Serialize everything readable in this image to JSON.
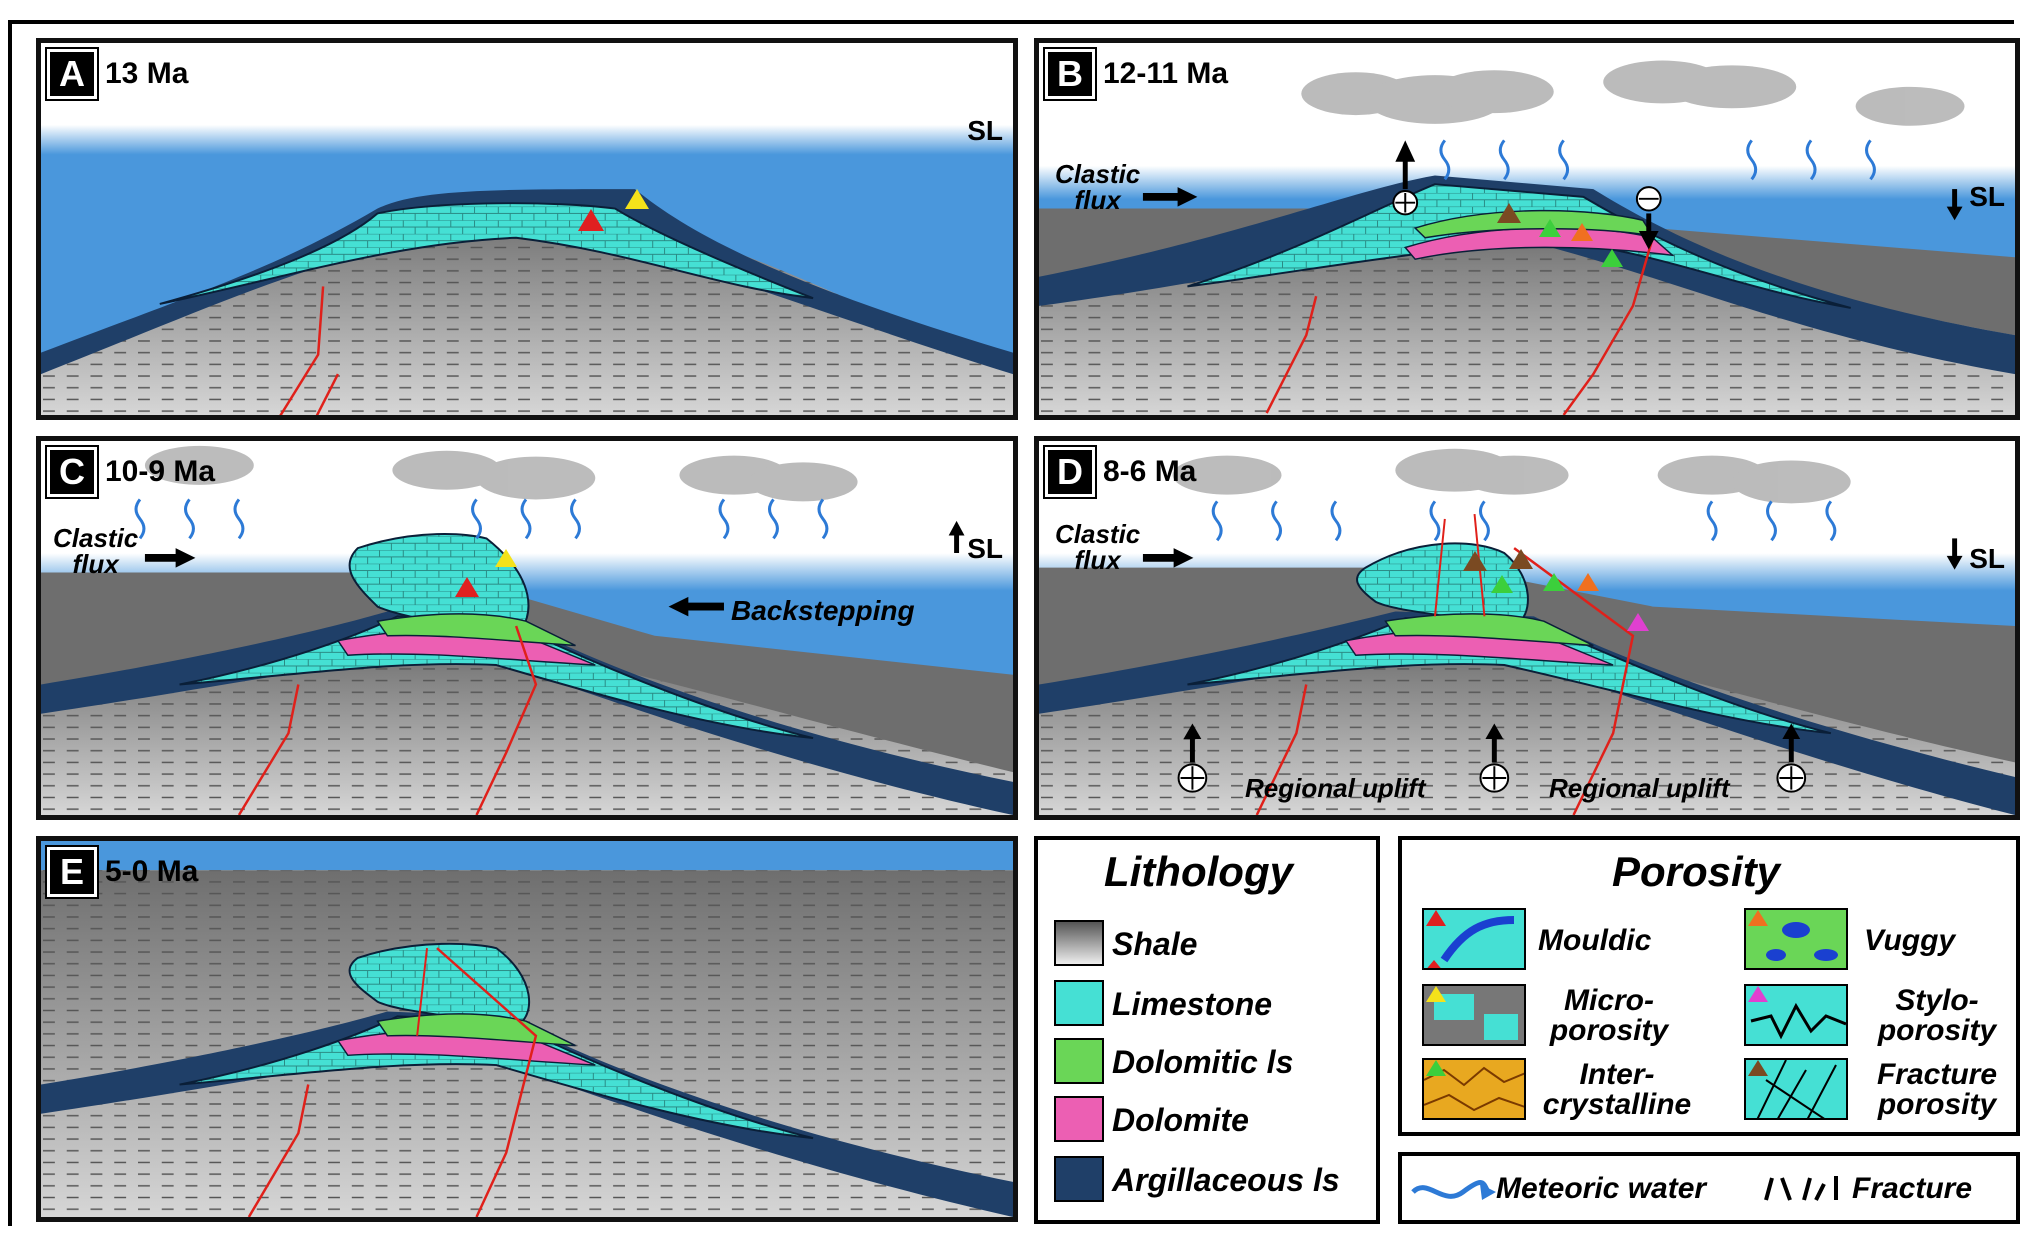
{
  "panels": {
    "a": {
      "letter": "A",
      "age": "13 Ma",
      "sl": "SL"
    },
    "b": {
      "letter": "B",
      "age": "12-11 Ma",
      "sl": "SL",
      "clastic1": "Clastic",
      "clastic2": "flux"
    },
    "c": {
      "letter": "C",
      "age": "10-9 Ma",
      "sl": "SL",
      "clastic1": "Clastic",
      "clastic2": "flux",
      "backstepping": "Backstepping"
    },
    "d": {
      "letter": "D",
      "age": "8-6 Ma",
      "sl": "SL",
      "clastic1": "Clastic",
      "clastic2": "flux",
      "uplift1": "Regional uplift",
      "uplift2": "Regional uplift"
    },
    "e": {
      "letter": "E",
      "age": "5-0 Ma"
    }
  },
  "lithology": {
    "title": "Lithology",
    "items": [
      {
        "label": "Shale",
        "color": "#8a8a8a"
      },
      {
        "label": "Limestone",
        "color": "#45e0d4"
      },
      {
        "label": "Dolomitic ls",
        "color": "#6ad657"
      },
      {
        "label": "Dolomite",
        "color": "#ec5fb3"
      },
      {
        "label": "Argillaceous ls",
        "color": "#1f3f68"
      }
    ]
  },
  "porosity": {
    "title": "Porosity",
    "items": [
      {
        "line1": "Mouldic",
        "line2": "",
        "marker": "#e02020"
      },
      {
        "line1": "Vuggy",
        "line2": "",
        "marker": "#f07020"
      },
      {
        "line1": "Micro-",
        "line2": "porosity",
        "marker": "#f4e21a"
      },
      {
        "line1": "Stylo-",
        "line2": "porosity",
        "marker": "#e040d0"
      },
      {
        "line1": "Inter-",
        "line2": "crystalline",
        "marker": "#3ccf3c"
      },
      {
        "line1": "Fracture",
        "line2": "porosity",
        "marker": "#7a4a22"
      }
    ]
  },
  "key": {
    "meteoric": "Meteoric water",
    "fracture": "Fracture"
  },
  "colors": {
    "sea": "#4a97dc",
    "argillaceous": "#1f3f68",
    "limestone": "#45e0d4",
    "dolomitic": "#6ad657",
    "dolomite": "#ec5fb3",
    "fault": "#e0201a"
  }
}
